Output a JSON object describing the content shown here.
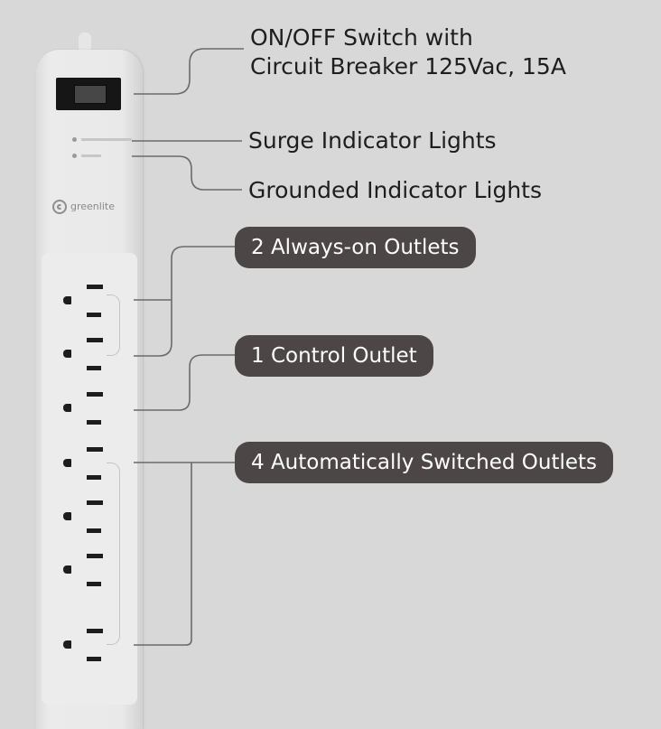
{
  "brand": "greenlite",
  "callouts": {
    "switch": [
      "ON/OFF Switch with",
      "Circuit Breaker 125Vac, 15A"
    ],
    "surge": "Surge Indicator Lights",
    "grounded": "Grounded Indicator Lights",
    "always_on": "2 Always-on Outlets",
    "control": "1 Control Outlet",
    "auto_switched": "4 Automatically Switched Outlets"
  },
  "colors": {
    "background": "#d8d8d8",
    "pill": "#4d4647",
    "strip": "#e9e9e9"
  },
  "icons": [
    "greenlite-logo-icon",
    "outlet-icon"
  ]
}
